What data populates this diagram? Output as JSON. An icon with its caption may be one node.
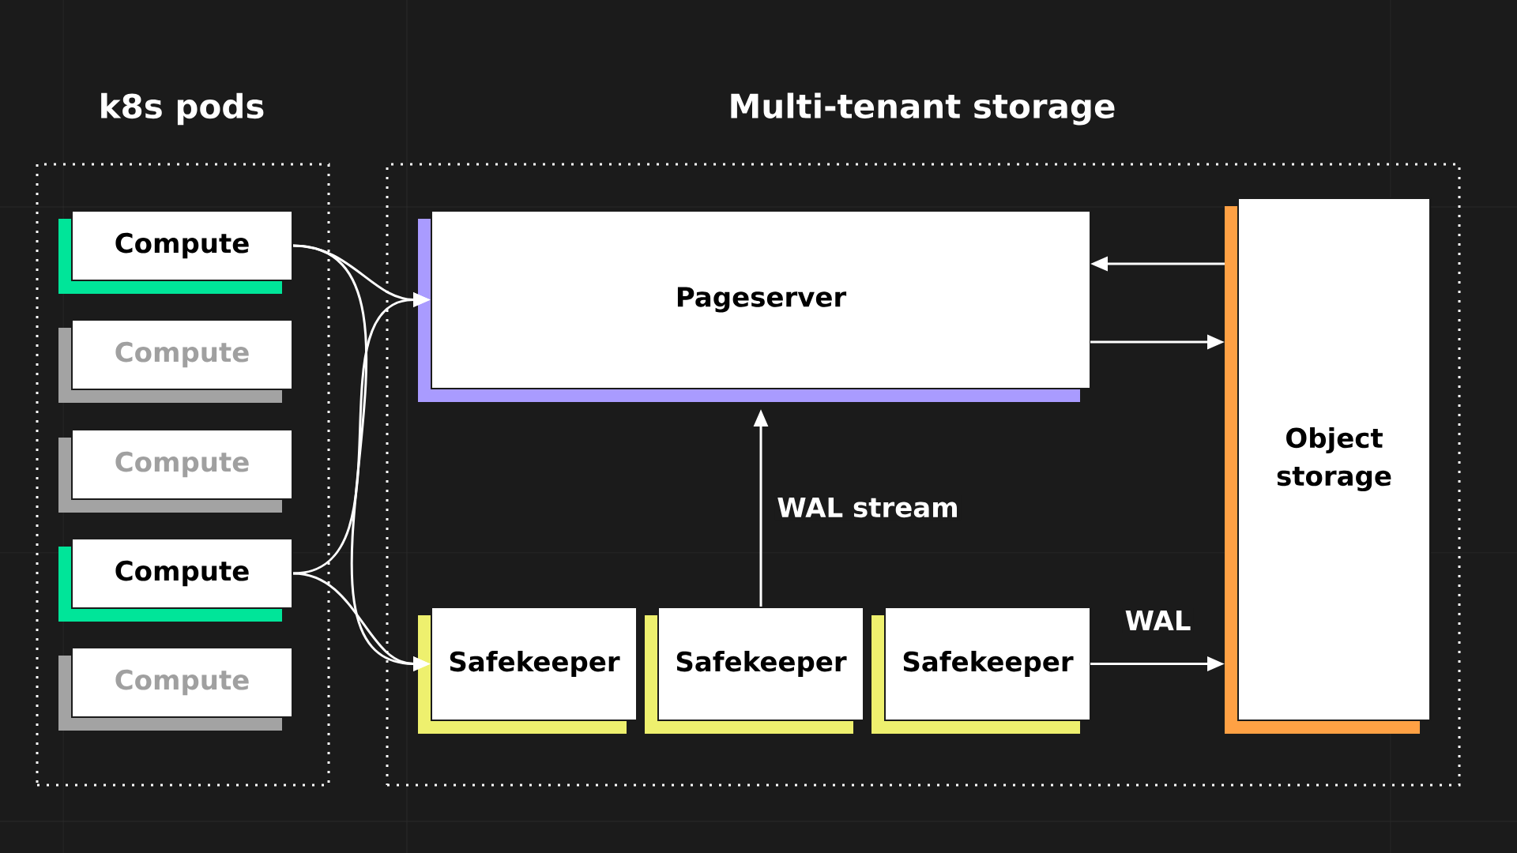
{
  "diagram": {
    "nodes": [
      {
        "text": [
          "k8s pods"
        ]
      },
      {
        "text": [
          "Compute"
        ],
        "in": 0
      },
      {
        "text": [
          "Compute"
        ],
        "in": 0
      },
      {
        "text": [
          "Compute"
        ],
        "in": 0
      },
      {
        "text": [
          "Compute"
        ],
        "in": 0
      },
      {
        "text": [
          "Compute"
        ],
        "in": 0
      },
      {
        "text": [
          "Multi-tenant storage"
        ]
      },
      {
        "text": [
          "Pageserver"
        ],
        "in": 6
      },
      {
        "text": [
          "Safekeeper"
        ],
        "in": 6
      },
      {
        "text": [
          "Safekeeper"
        ],
        "in": 6
      },
      {
        "text": [
          "Safekeeper"
        ],
        "in": 6
      },
      {
        "text": [
          "Object storage"
        ],
        "in": 6
      }
    ],
    "edges": [
      {
        "from": 1,
        "to": 7,
        "arrow": "to"
      },
      {
        "from": 1,
        "to": 8,
        "arrow": "to"
      },
      {
        "from": 4,
        "to": 7,
        "arrow": "to"
      },
      {
        "from": 4,
        "to": 8,
        "arrow": "to"
      },
      {
        "from": 11,
        "to": 7,
        "arrow": "to"
      },
      {
        "from": 7,
        "to": 11,
        "arrow": "to"
      },
      {
        "from": 9,
        "to": 7,
        "arrow": "to",
        "label": "WAL stream"
      },
      {
        "from": 10,
        "to": 11,
        "arrow": "to",
        "label": "WAL"
      }
    ]
  }
}
